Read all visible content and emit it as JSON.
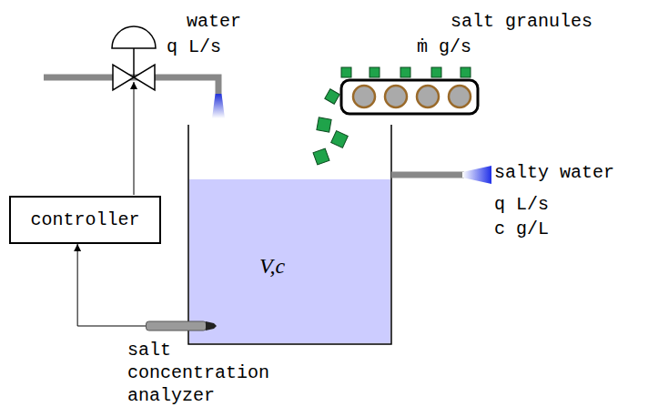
{
  "diagram": {
    "nodes": [
      {
        "text": [
          "controller"
        ]
      },
      {
        "text": [
          "salt concentration analyzer"
        ]
      }
    ],
    "edges": [
      {
        "from": 1,
        "to": 0,
        "arrow": "to"
      }
    ],
    "labels": [
      "water",
      "q L/s",
      "salt granules",
      "ṁ g/s",
      "salty water",
      "q L/s",
      "c g/L",
      "V,c"
    ]
  }
}
